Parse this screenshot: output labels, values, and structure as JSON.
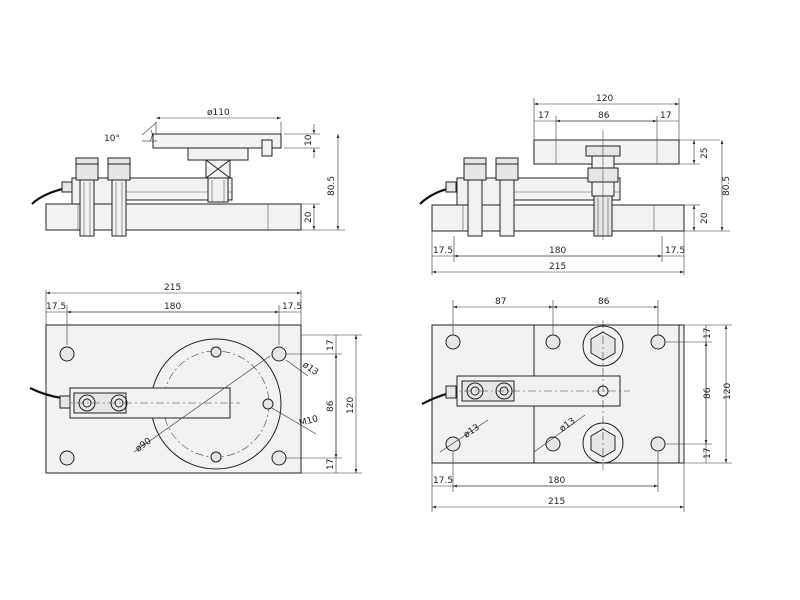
{
  "drawing": {
    "top_left": {
      "dia_plate": "ø110",
      "angle": "10°",
      "h_plate": "10",
      "h_total": "80.5",
      "h_base": "20"
    },
    "top_right": {
      "w_top": "120",
      "w_side_l": "17",
      "w_mid": "86",
      "w_side_r": "17",
      "h_top": "25",
      "h_total": "80.5",
      "h_base": "20",
      "w_edge_l": "17.5",
      "w_holes": "180",
      "w_edge_r": "17.5",
      "w_total": "215"
    },
    "bottom_left": {
      "w_total": "215",
      "w_edge_l": "17.5",
      "w_holes": "180",
      "w_edge_r": "17.5",
      "dia_hole": "ø13",
      "thread": "M10",
      "dia_circle": "ø90",
      "h_top": "17",
      "h_mid": "86",
      "h_total": "120",
      "h_bot": "17"
    },
    "bottom_right": {
      "w_left": "87",
      "w_right": "86",
      "dia_hole_a": "ø13",
      "dia_hole_b": "ø13",
      "h_top": "17",
      "h_mid": "86",
      "h_total": "120",
      "h_bot": "17",
      "w_edge_l": "17.5",
      "w_holes": "180",
      "w_total": "215"
    }
  }
}
